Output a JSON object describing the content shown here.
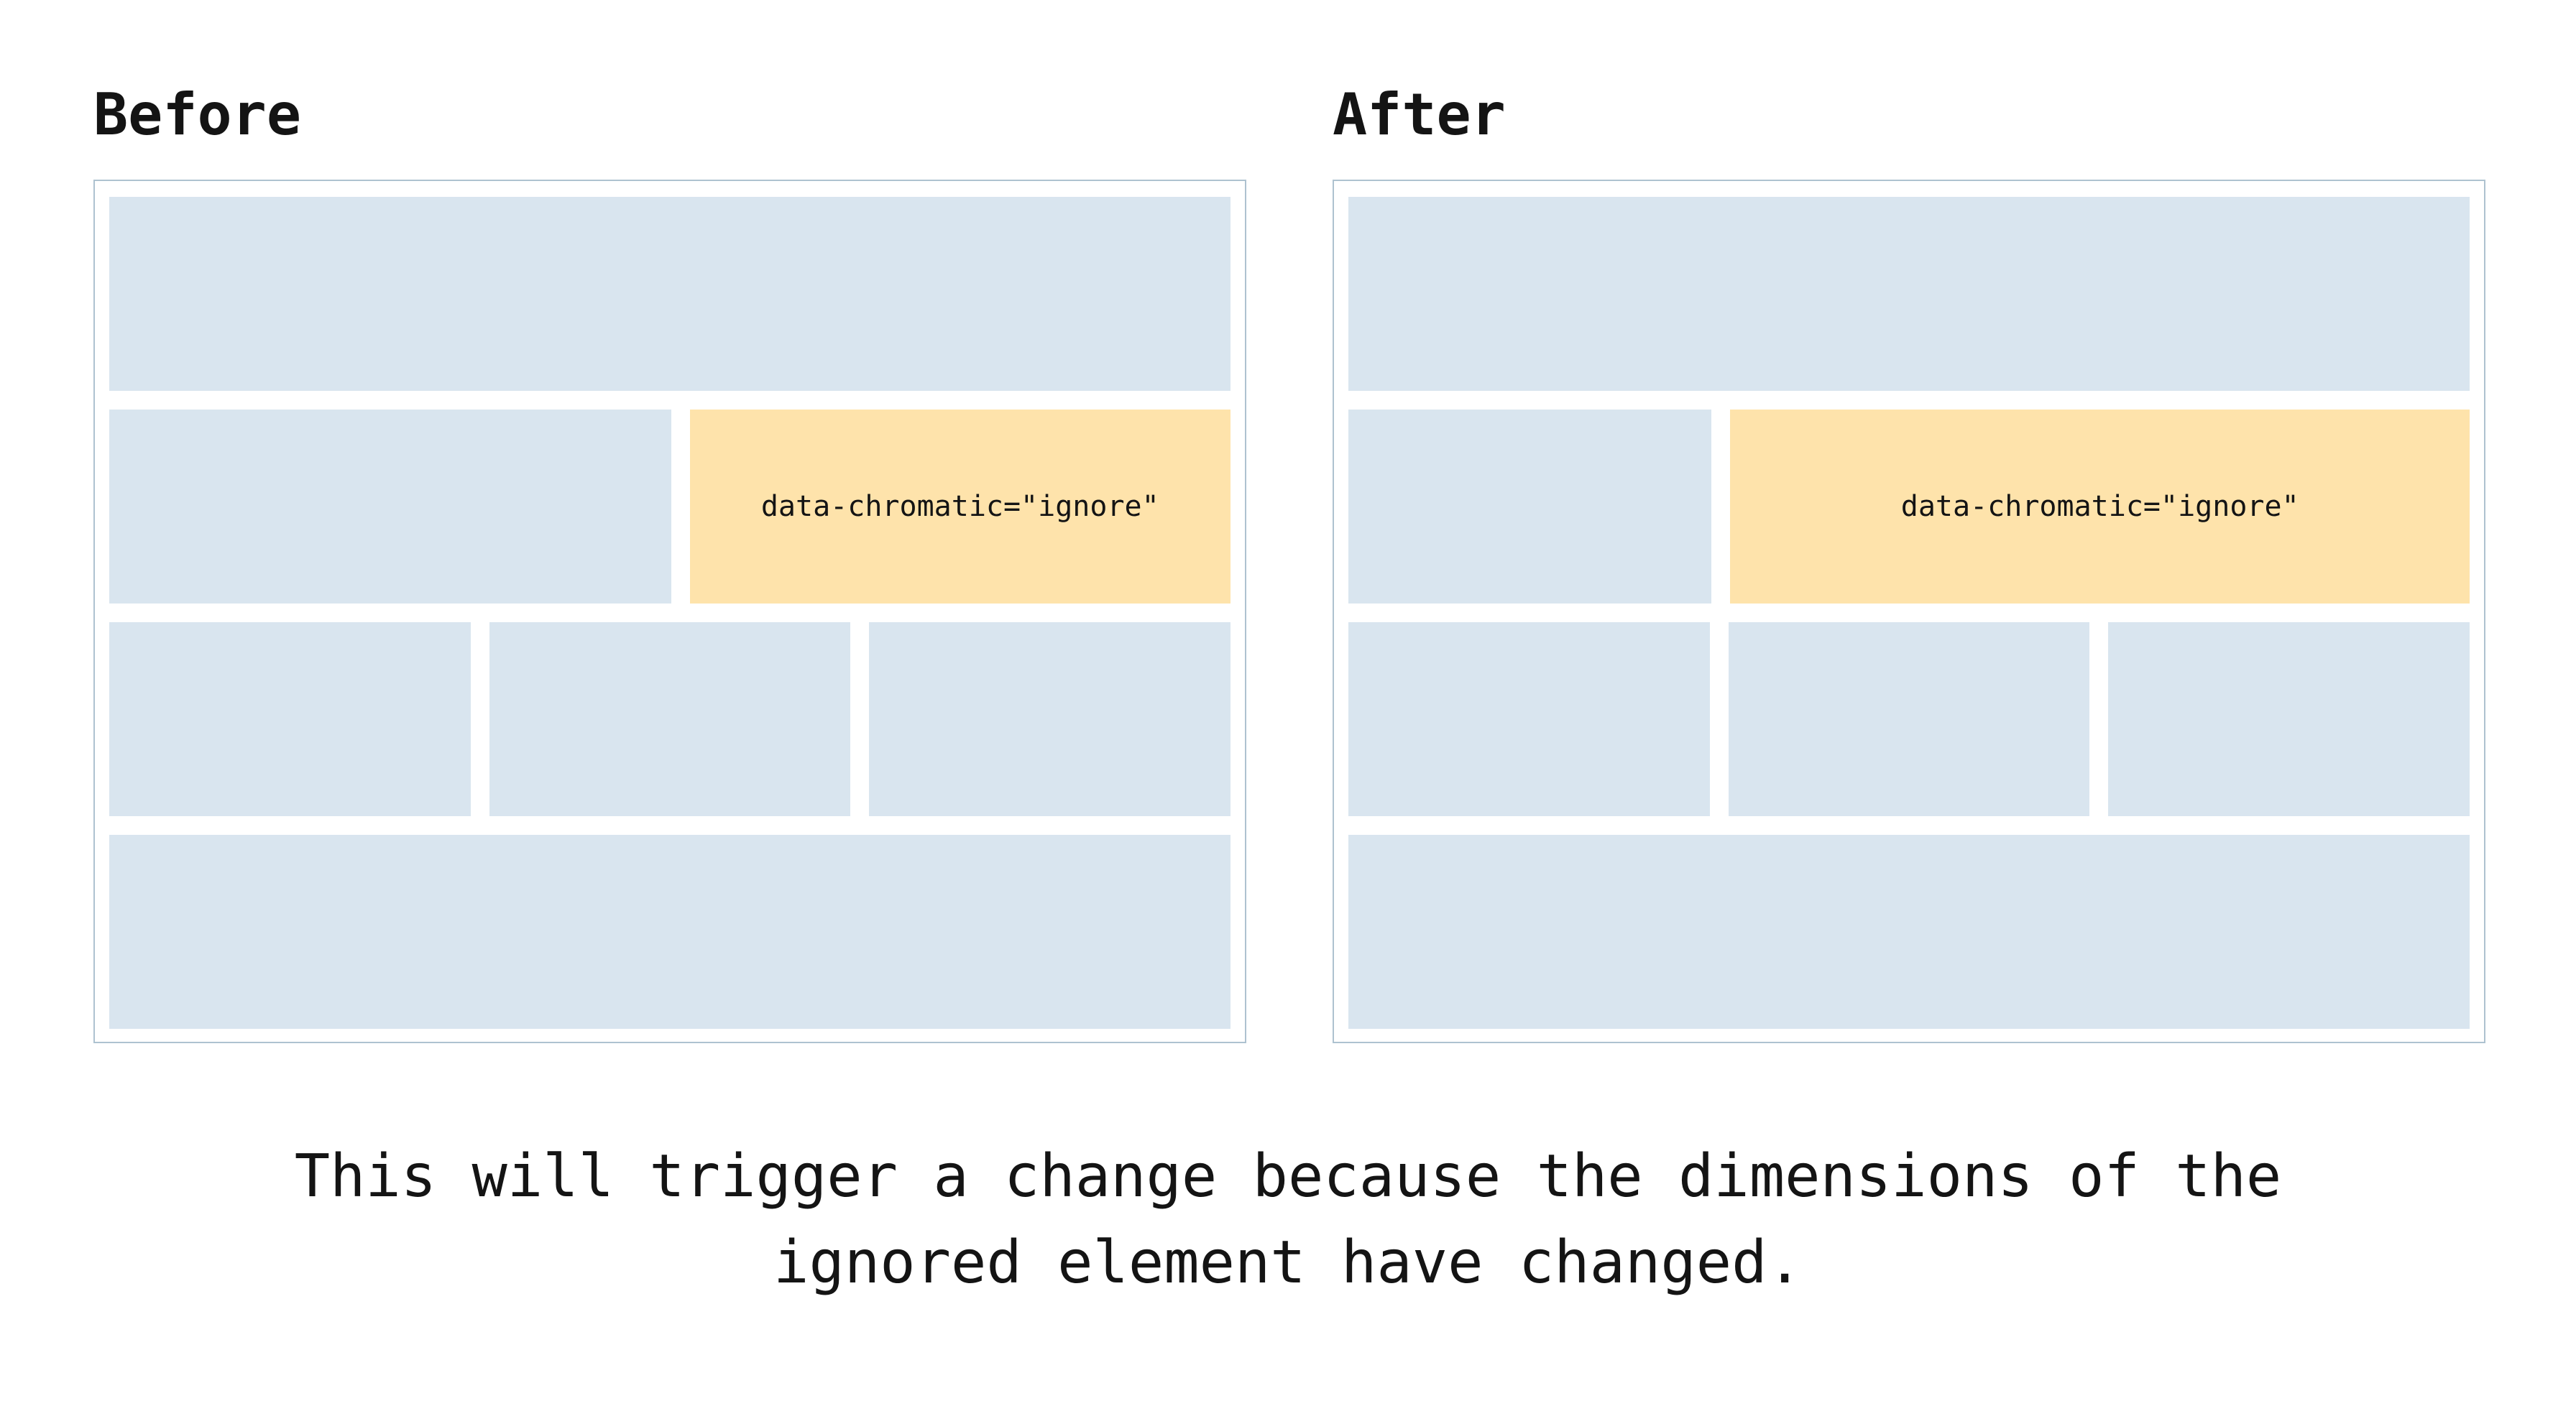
{
  "colors": {
    "block_blue": "#d9e5ef",
    "ignored_orange": "#fee3ab",
    "panel_border": "#aec2d0",
    "text": "#141414",
    "page_bg": "#ffffff"
  },
  "before": {
    "heading": "Before",
    "ignored_label": "data-chromatic=\"ignore\"",
    "row2_blue_width_pct": 50.1
  },
  "after": {
    "heading": "After",
    "ignored_label": "data-chromatic=\"ignore\"",
    "row2_blue_width_pct": 32.4
  },
  "caption": {
    "line1": "This will trigger a change because the dimensions of the",
    "line2": "ignored element have changed."
  }
}
